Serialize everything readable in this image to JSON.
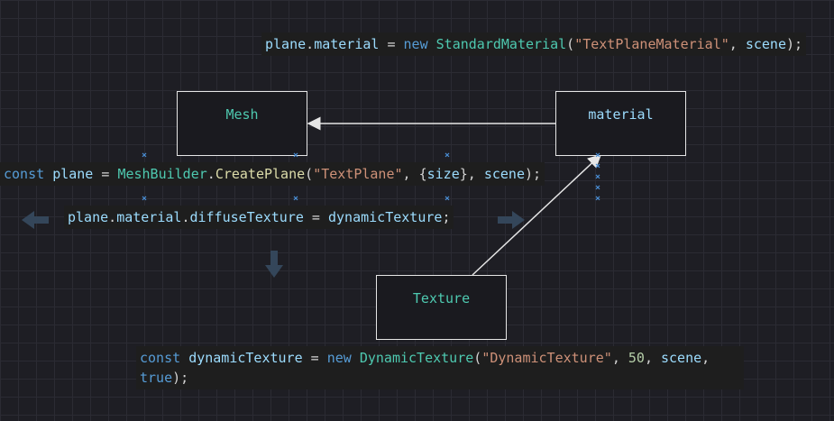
{
  "nodes": {
    "mesh": "Mesh",
    "material": "material",
    "texture": "Texture"
  },
  "code": {
    "material_line": {
      "obj": "plane",
      "dot1": ".",
      "prop": "material",
      "eq": " = ",
      "new": "new",
      "sp": " ",
      "cls": "StandardMaterial",
      "open": "(",
      "str": "\"TextPlaneMaterial\"",
      "comma": ", ",
      "arg": "scene",
      "close": ");"
    },
    "plane_line": {
      "kw": "const",
      "sp": " ",
      "name": "plane",
      "eq": " = ",
      "cls": "MeshBuilder",
      "dot": ".",
      "fn": "CreatePlane",
      "open": "(",
      "str": "\"TextPlane\"",
      "comma": ", ",
      "obj_open": "{",
      "obj": "size",
      "obj_close": "}",
      "comma2": ", ",
      "arg": "scene",
      "close": ");"
    },
    "diffuse_line": {
      "obj": "plane",
      "dot1": ".",
      "prop1": "material",
      "dot2": ".",
      "prop2": "diffuseTexture",
      "eq": " = ",
      "val": "dynamicTexture",
      "close": ";"
    },
    "texture_line": {
      "kw": "const",
      "sp": " ",
      "name": "dynamicTexture",
      "eq": " = ",
      "new": "new",
      "sp2": " ",
      "cls": "DynamicTexture",
      "open": "(",
      "str": "\"DynamicTexture\"",
      "comma": ", ",
      "num": "50",
      "comma2": ", ",
      "arg1": "scene",
      "comma3": ",",
      "arg2": "true",
      "close": ");"
    }
  },
  "marker_glyph": "×",
  "colors": {
    "background": "#1e1e24",
    "node_border": "#e6e6e6",
    "node_text": "#4ec9b0",
    "edge": "#e6e6e6",
    "marker": "#4a8fd6",
    "nav_arrow": "#3a4a5c"
  }
}
